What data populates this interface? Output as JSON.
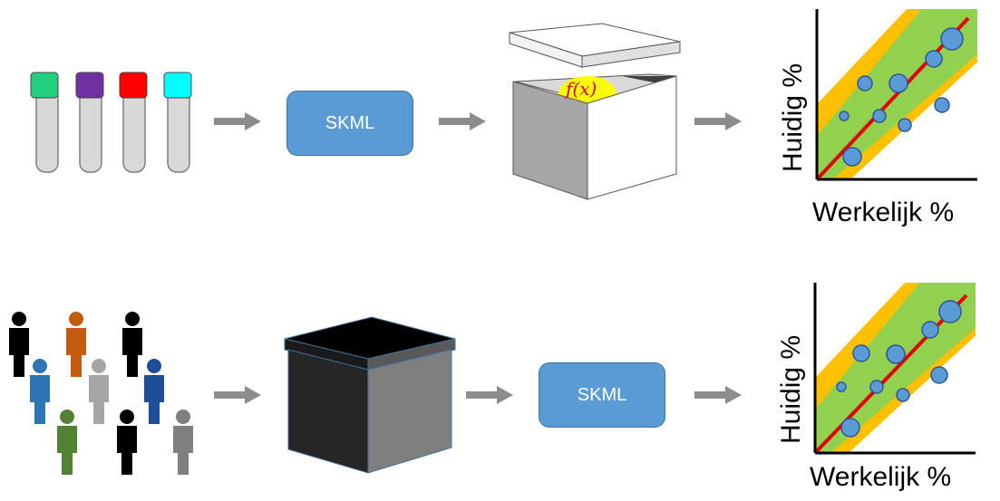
{
  "rows": [
    {
      "skml_label": "SKML",
      "box_formula": "f(x)",
      "plot": {
        "ylabel": "Huidig %",
        "xlabel": "Werkelijk %"
      }
    },
    {
      "skml_label": "SKML",
      "plot": {
        "ylabel": "Huidig %",
        "xlabel": "Werkelijk %"
      }
    }
  ],
  "colors": {
    "tube_caps": [
      "#21d17f",
      "#7030a0",
      "#ff0000",
      "#00ffff"
    ],
    "people": [
      "#000000",
      "#c55a11",
      "#000000",
      "#2e75b6",
      "#a6a6a6",
      "#1f4e99",
      "#548235",
      "#000000",
      "#7f7f7f"
    ],
    "band_outer": "#ffc000",
    "band_inner": "#92d050",
    "fit_line": "#e00000",
    "points": "#5b9bd5",
    "skml_box": "#5b9bd5",
    "arrow": "#8c8c8c"
  }
}
